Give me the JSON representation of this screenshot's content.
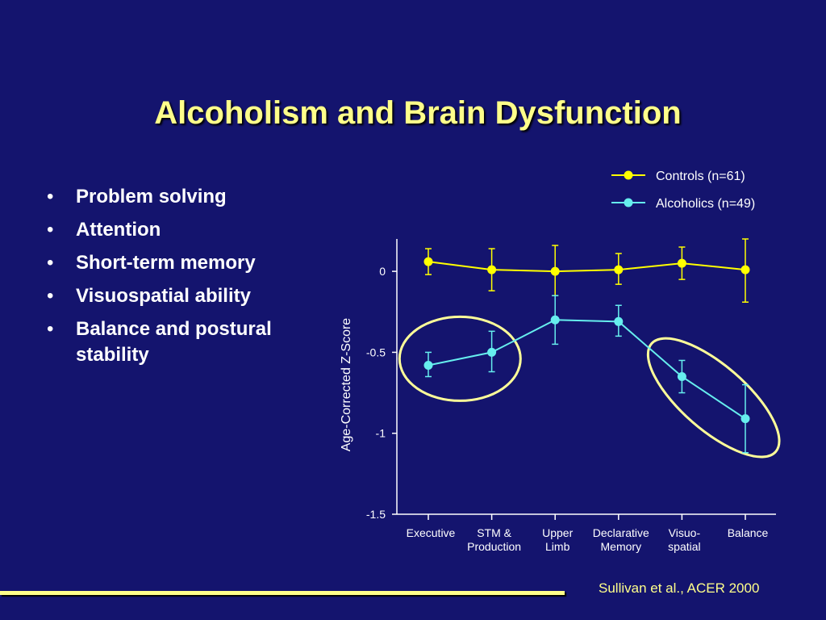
{
  "slide": {
    "title": "Alcoholism and Brain Dysfunction",
    "bullets": [
      "Problem solving",
      "Attention",
      "Short-term memory",
      "Visuospatial ability",
      "Balance and postural stability"
    ],
    "bullet_glyph": "•",
    "citation": "Sullivan et al., ACER 2000"
  },
  "colors": {
    "background": "#14146e",
    "title": "#ffff8a",
    "controls": "#ffff00",
    "alcoholics": "#66eeee",
    "axis": "#ffffff",
    "highlight_ellipse": "#ffff99"
  },
  "chart_data": {
    "type": "line",
    "ylabel": "Age-Corrected Z-Score",
    "xlabel": "",
    "categories": [
      [
        "Executive"
      ],
      [
        "STM &",
        "Production"
      ],
      [
        "Upper",
        "Limb"
      ],
      [
        "Declarative",
        "Memory"
      ],
      [
        "Visuo-",
        "spatial"
      ],
      [
        "Balance"
      ]
    ],
    "ylim": [
      -1.5,
      0.2
    ],
    "yticks": [
      0,
      -0.5,
      -1,
      -1.5
    ],
    "ytick_labels": [
      "0",
      "-0.5",
      "-1",
      "-1.5"
    ],
    "legend_position": "top-right",
    "grid": false,
    "series": [
      {
        "name": "Controls (n=61)",
        "color": "#ffff00",
        "values": [
          0.06,
          0.01,
          0.0,
          0.01,
          0.05,
          0.01
        ],
        "err_low": [
          -0.02,
          -0.12,
          -0.15,
          -0.08,
          -0.05,
          -0.19
        ],
        "err_high": [
          0.14,
          0.14,
          0.16,
          0.11,
          0.15,
          0.2
        ]
      },
      {
        "name": "Alcoholics (n=49)",
        "color": "#66eeee",
        "values": [
          -0.58,
          -0.5,
          -0.3,
          -0.31,
          -0.65,
          -0.91
        ],
        "err_low": [
          -0.65,
          -0.62,
          -0.45,
          -0.4,
          -0.75,
          -1.12
        ],
        "err_high": [
          -0.5,
          -0.37,
          -0.15,
          -0.21,
          -0.55,
          -0.7
        ]
      }
    ],
    "highlight_groups": [
      [
        "Executive",
        "STM & Production"
      ],
      [
        "Visuo-spatial",
        "Balance"
      ]
    ]
  }
}
